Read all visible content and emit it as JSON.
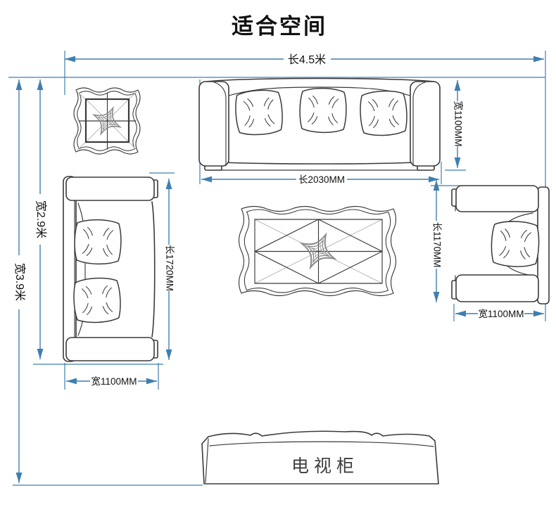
{
  "title": "适合空间",
  "colors": {
    "dimension_line": "#3f7fb0",
    "furniture_outline": "#3a3a3a",
    "pattern_detail": "#8a8a8a",
    "label_text": "#111111",
    "background": "#ffffff"
  },
  "room": {
    "length_label": "长4.5米",
    "width_outer_label": "宽3.9米",
    "width_inner_label": "宽2.9米"
  },
  "furniture": {
    "three_seat_sofa": {
      "length_label": "长2030MM",
      "width_label": "宽1100MM"
    },
    "two_seat_sofa": {
      "length_label": "长1720MM",
      "width_label": "宽1100MM"
    },
    "armchair": {
      "length_label": "长1170MM",
      "width_label": "宽1100MM"
    },
    "tv_cabinet": {
      "label": "电视柜"
    }
  }
}
